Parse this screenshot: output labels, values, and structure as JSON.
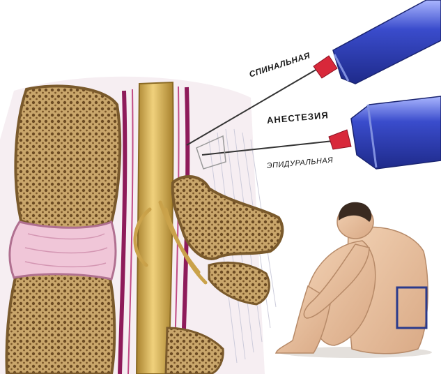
{
  "labels": {
    "spinal": "СПИНАЛЬНАЯ",
    "anesthesia": "АНЕСТЕЗИЯ",
    "epidural": "ЭПИДУРАЛЬНАЯ"
  },
  "colors": {
    "bone": "#c9a66b",
    "disc": "#f0c6d8",
    "spinal_cord": "#d9b45a",
    "dura": "#8e1b5a",
    "syringe_barrel": "#2f3fb8",
    "needle_hub": "#d8283a",
    "skin": "#e8c2a0",
    "highlight_box": "#2a3a8c"
  },
  "icons": {
    "vertebra": "vertebra-icon",
    "syringe": "syringe-icon",
    "person": "seated-person-icon"
  }
}
